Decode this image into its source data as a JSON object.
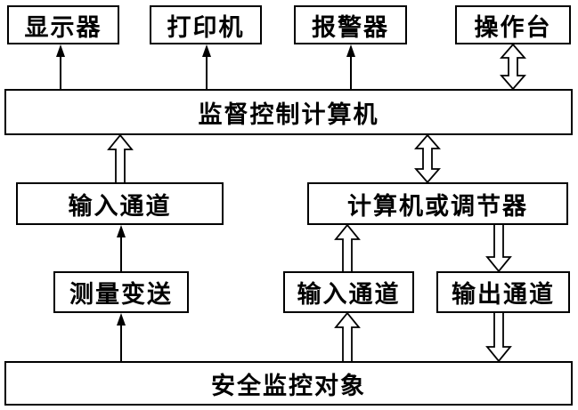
{
  "diagram": {
    "boxes": {
      "display": "显示器",
      "printer": "打印机",
      "alarm": "报警器",
      "console": "操作台",
      "supervisory_computer": "监督控制计算机",
      "input_channel_left": "输入通道",
      "computer_or_regulator": "计算机或调节器",
      "measurement_transmit": "测量变送",
      "input_channel_mid": "输入通道",
      "output_channel": "输出通道",
      "safety_monitored_object": "安全监控对象"
    },
    "colors": {
      "line": "#000000",
      "background": "#ffffff"
    }
  }
}
